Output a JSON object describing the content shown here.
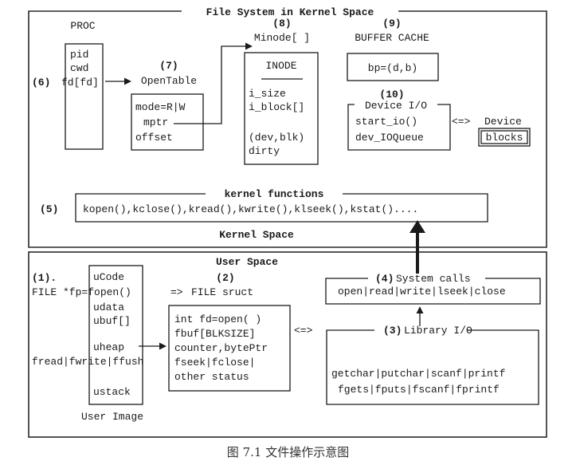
{
  "kernel_space": {
    "title": "File System in Kernel Space",
    "footer": "Kernel Space",
    "proc": {
      "header": "PROC",
      "fields": [
        "pid",
        "cwd",
        "fd[fd]"
      ],
      "label": "(6)"
    },
    "open_table": {
      "number": "(7)",
      "title": "OpenTable",
      "fields": [
        "mode=R|W",
        "mptr",
        "offset"
      ]
    },
    "minode": {
      "number": "(8)",
      "title": "Minode[ ]",
      "header": "INODE",
      "fields": [
        "i_size",
        "i_block[]",
        "(dev,blk)",
        "dirty"
      ]
    },
    "buffer_cache": {
      "number": "(9)",
      "title": "BUFFER CACHE",
      "content": "bp=(d,b)"
    },
    "device_io": {
      "number": "(10)",
      "title": "Device I/O",
      "fields": [
        "start_io()",
        "dev_IOQueue"
      ],
      "exchange": "<=>",
      "device_label": "Device",
      "blocks": "blocks"
    },
    "kernel_functions": {
      "number": "(5)",
      "title": "kernel functions",
      "content": "kopen(),kclose(),kread(),kwrite(),klseek(),kstat()...."
    }
  },
  "user_space": {
    "title": "User Space",
    "user_image": {
      "number": "(1).",
      "fields": [
        "uCode",
        "udata",
        "ubuf[]",
        "uheap",
        "ustack"
      ],
      "caption": "User Image"
    },
    "fp_label": "FILE *fp=fopen()",
    "fread_label": "fread|fwrite|ffush",
    "file_struct": {
      "number": "(2)",
      "arrow": "=>",
      "title": "FILE sruct",
      "fields": [
        "int fd=open( )",
        "fbuf[BLKSIZE]",
        "counter,bytePtr",
        "fseek|fclose|",
        "other status"
      ],
      "exchange": "<=>"
    },
    "system_calls": {
      "number": "(4)",
      "title": "System calls",
      "content": "open|read|write|lseek|close"
    },
    "library_io": {
      "number": "(3)",
      "title": "Library I/O",
      "lines": [
        "getchar|putchar|scanf|printf",
        "fgets|fputs|fscanf|fprintf"
      ]
    }
  },
  "caption": "图 7.1    文件操作示意图"
}
